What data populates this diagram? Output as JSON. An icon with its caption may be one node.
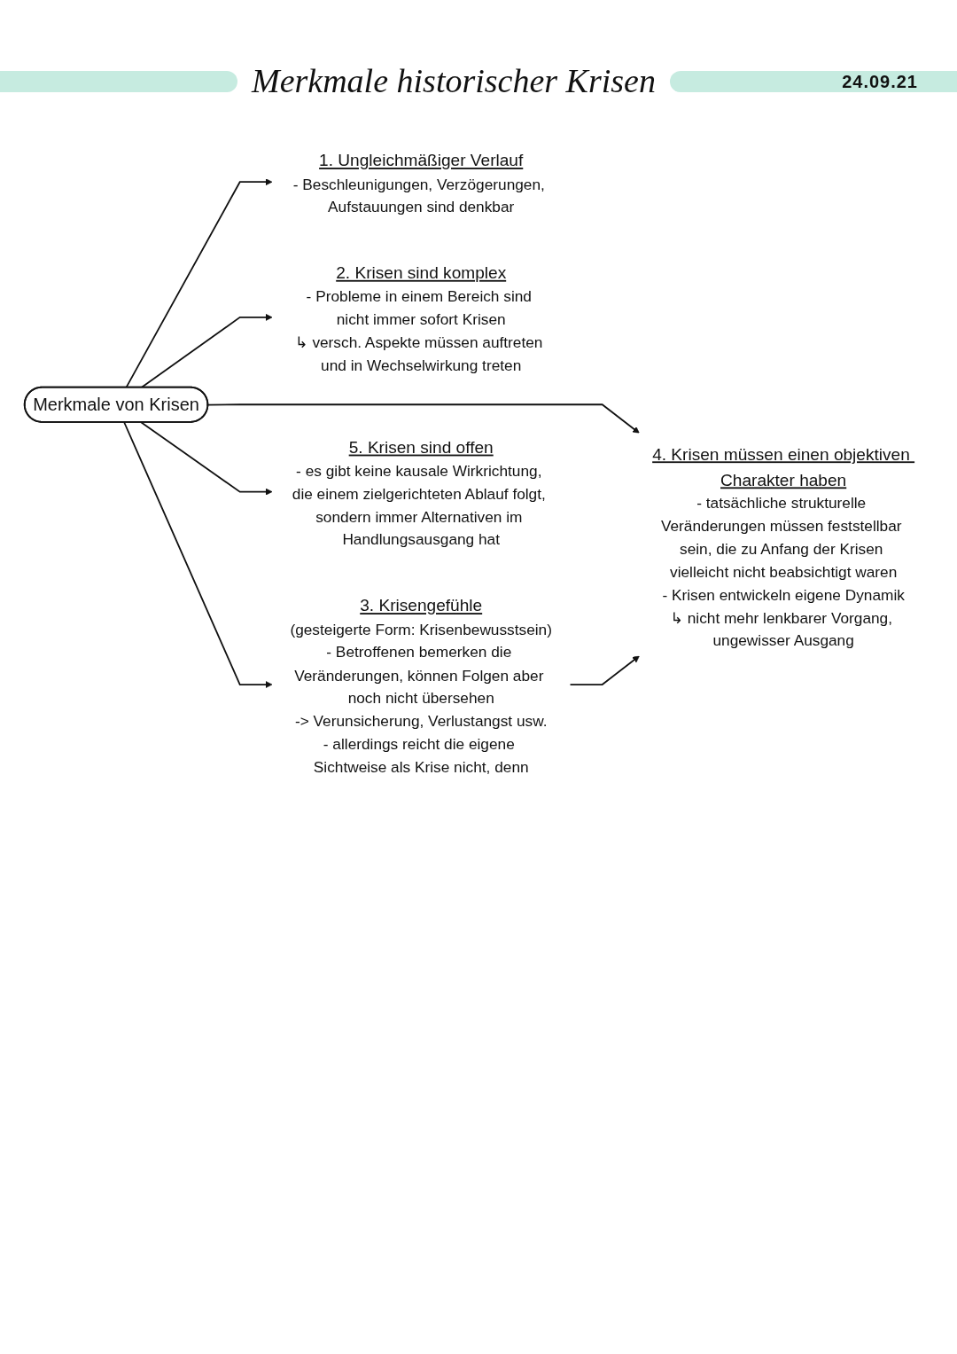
{
  "diagram": {
    "title": "Merkmale historischer Krisen",
    "nodes": [
      {
        "text": [
          "1. Ungleichmäßiger Verlauf",
          "- Beschleunigungen, Verzögerungen, Aufstauungen sind denkbar"
        ]
      },
      {
        "text": [
          "2. Krisen sind komplex",
          "- Probleme in einem Bereich sind nicht immer sofort Krisen",
          "↳ versch. Aspekte müssen auftreten und in Wechselwirkung treten"
        ]
      },
      {
        "text": [
          "Merkmale von Krisen"
        ]
      },
      {
        "text": [
          "3. Krisengefühle",
          "(gesteigerte Form: Krisenbewusstsein)",
          "- Betroffenen bemerken die Veränderungen, können Folgen aber noch nicht übersehen",
          "-> Verunsicherung, Verlustangst usw.",
          "- allerdings reicht die eigene Sichtweise als Krise nicht, denn"
        ]
      },
      {
        "text": [
          "5. Krisen sind offen",
          "- es gibt keine kausale Wirkrichtung, die einem zielgerichteten Ablauf folgt, sondern immer Alternativen im Handlungsausgang hat"
        ]
      },
      {
        "text": [
          "4. Krisen müssen einen objektiven Charakter haben",
          "- tatsächliche strukturelle Veränderungen müssen feststellbar sein, die zu Anfang der Krisen vielleicht nicht beabsichtigt waren",
          "- Krisen entwickeln eigene Dynamik",
          "↳ nicht mehr lenkbarer Vorgang, ungewisser Ausgang"
        ]
      }
    ],
    "edges": [
      {
        "from": 2,
        "to": 0,
        "arrow": "to"
      },
      {
        "from": 2,
        "to": 1,
        "arrow": "to"
      },
      {
        "from": 2,
        "to": 3,
        "arrow": "to"
      },
      {
        "from": 2,
        "to": 4,
        "arrow": "to"
      },
      {
        "from": 2,
        "to": 5,
        "arrow": "to"
      },
      {
        "from": 3,
        "to": 5,
        "arrow": "to"
      }
    ],
    "labels": [
      "24.09.21"
    ]
  }
}
